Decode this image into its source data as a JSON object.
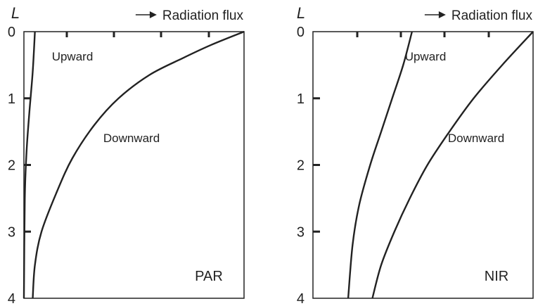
{
  "chart_data": [
    {
      "type": "line",
      "panel_label": "PAR",
      "y_axis_title": "L",
      "x_axis_title": "Radiation flux",
      "y_ticks": [
        "0",
        "1",
        "2",
        "3",
        "4"
      ],
      "ylim": [
        0,
        4
      ],
      "y_inverted": true,
      "xlim": [
        0,
        1
      ],
      "series": [
        {
          "name": "Upward",
          "points": [
            [
              0.05,
              0
            ],
            [
              0.04,
              0.6
            ],
            [
              0.025,
              1.2
            ],
            [
              0.012,
              1.8
            ],
            [
              0.004,
              2.5
            ],
            [
              0.0,
              4.0
            ]
          ]
        },
        {
          "name": "Downward",
          "points": [
            [
              1.0,
              0
            ],
            [
              0.85,
              0.2
            ],
            [
              0.72,
              0.4
            ],
            [
              0.57,
              0.65
            ],
            [
              0.43,
              1.0
            ],
            [
              0.32,
              1.4
            ],
            [
              0.22,
              1.9
            ],
            [
              0.15,
              2.4
            ],
            [
              0.08,
              3.0
            ],
            [
              0.05,
              3.5
            ],
            [
              0.04,
              4.0
            ]
          ]
        }
      ]
    },
    {
      "type": "line",
      "panel_label": "NIR",
      "y_axis_title": "L",
      "x_axis_title": "Radiation flux",
      "y_ticks": [
        "0",
        "1",
        "2",
        "3",
        "4"
      ],
      "ylim": [
        0,
        4
      ],
      "y_inverted": true,
      "xlim": [
        0,
        1
      ],
      "series": [
        {
          "name": "Upward",
          "points": [
            [
              0.45,
              0
            ],
            [
              0.41,
              0.5
            ],
            [
              0.36,
              1.0
            ],
            [
              0.31,
              1.5
            ],
            [
              0.26,
              2.0
            ],
            [
              0.21,
              2.6
            ],
            [
              0.18,
              3.2
            ],
            [
              0.16,
              4.0
            ]
          ]
        },
        {
          "name": "Downward",
          "points": [
            [
              1.0,
              0
            ],
            [
              0.86,
              0.5
            ],
            [
              0.73,
              1.0
            ],
            [
              0.62,
              1.5
            ],
            [
              0.52,
              2.0
            ],
            [
              0.44,
              2.5
            ],
            [
              0.37,
              3.0
            ],
            [
              0.31,
              3.5
            ],
            [
              0.27,
              4.0
            ]
          ]
        }
      ]
    }
  ]
}
